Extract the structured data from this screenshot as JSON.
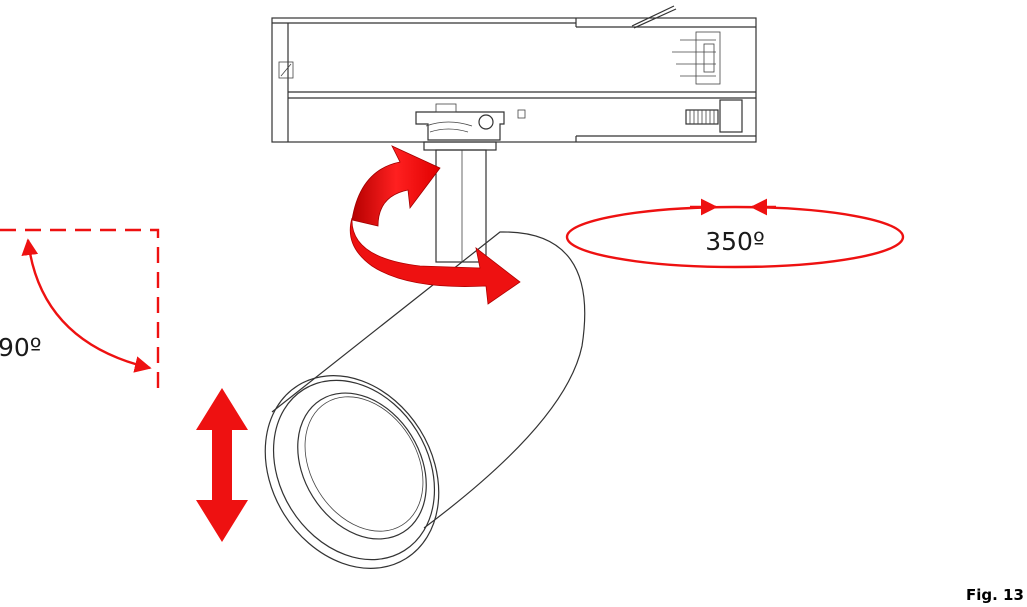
{
  "labels": {
    "tilt_angle": "90º",
    "rotation_angle": "350º",
    "figure": "Fig. 13"
  },
  "colors": {
    "arrow": "#ee1111",
    "arrow_dark": "#b50000",
    "outline": "#333333"
  },
  "icons": {
    "rotate": "curved-arrow",
    "height": "double-arrow",
    "tilt": "arc-arrow",
    "rotation_range": "ellipse-arrows"
  }
}
